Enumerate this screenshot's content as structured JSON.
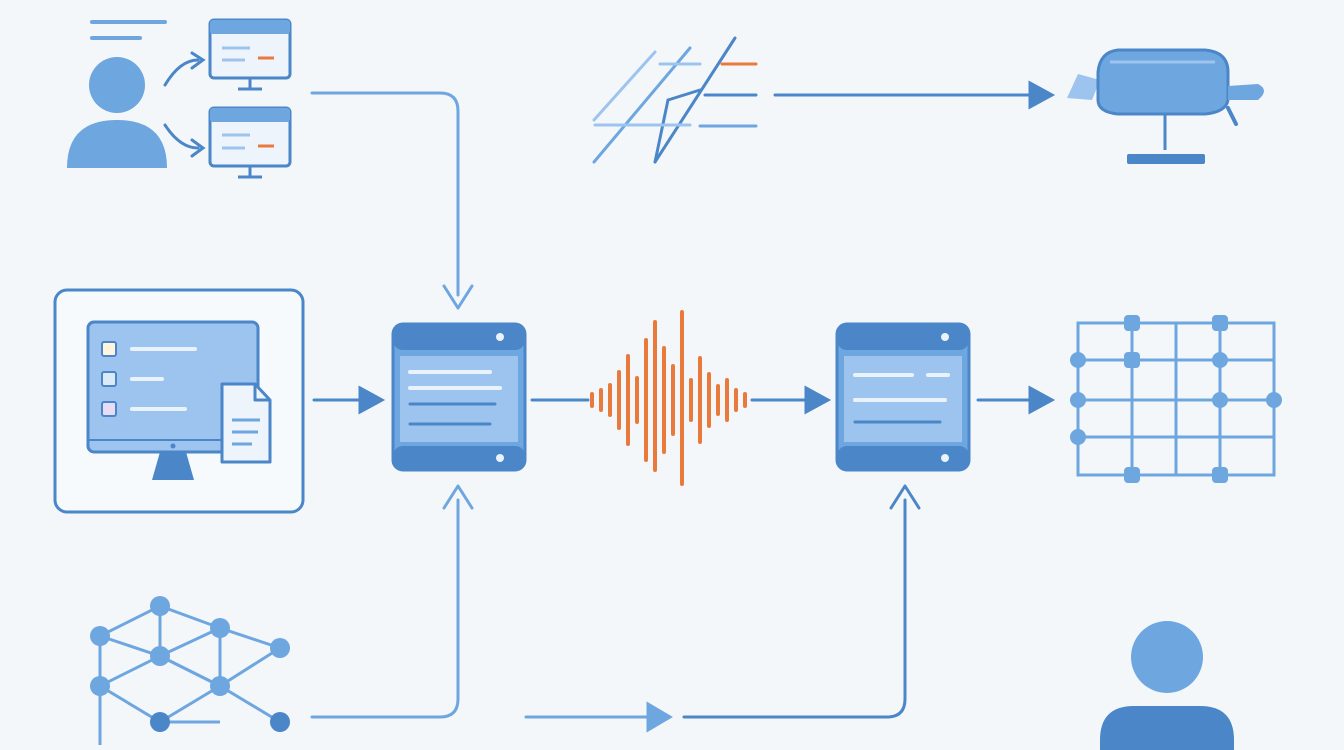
{
  "diagram": {
    "colors": {
      "primary": "#4a86c8",
      "primary_light": "#6ea6e0",
      "fill_light": "#9cc4ee",
      "fill_soft": "#cfe1f5",
      "accent": "#ea7a3c",
      "background": "#f4f7fa"
    },
    "nodes": [
      {
        "id": "user-to-screens",
        "icon": "user-sharing-screens-icon"
      },
      {
        "id": "signal-lines",
        "icon": "signal-lines-icon"
      },
      {
        "id": "headset-device",
        "icon": "headset-device-icon"
      },
      {
        "id": "desktop-with-document",
        "icon": "desktop-document-icon"
      },
      {
        "id": "server-left",
        "icon": "server-icon"
      },
      {
        "id": "audio-waveform",
        "icon": "waveform-icon"
      },
      {
        "id": "server-right",
        "icon": "server-icon"
      },
      {
        "id": "grid-matrix",
        "icon": "grid-network-icon"
      },
      {
        "id": "mesh-network",
        "icon": "mesh-network-icon"
      },
      {
        "id": "person",
        "icon": "person-icon"
      }
    ],
    "edges": [
      {
        "from": "user-to-screens",
        "to": "server-left"
      },
      {
        "from": "desktop-with-document",
        "to": "server-left"
      },
      {
        "from": "mesh-network",
        "to": "server-left"
      },
      {
        "from": "server-left",
        "to": "audio-waveform"
      },
      {
        "from": "audio-waveform",
        "to": "server-right"
      },
      {
        "from": "mesh-network",
        "to": "server-right"
      },
      {
        "from": "server-right",
        "to": "grid-matrix"
      },
      {
        "from": "signal-lines",
        "to": "headset-device"
      }
    ]
  }
}
